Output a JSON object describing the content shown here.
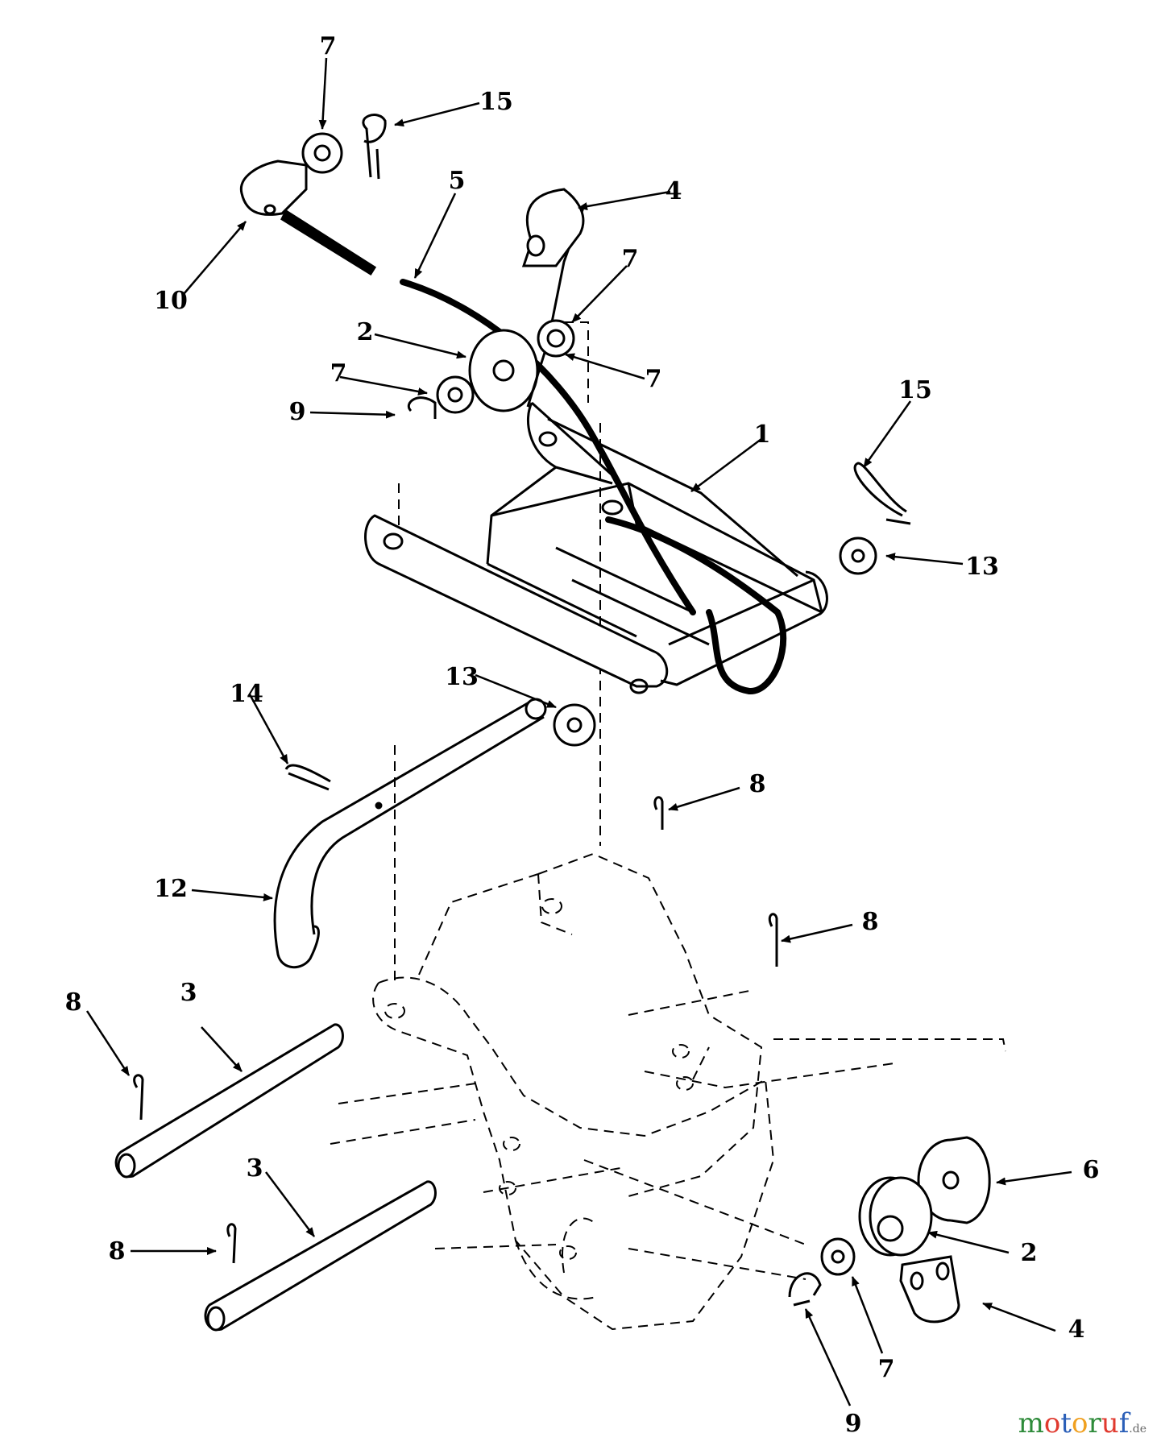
{
  "callouts": [
    {
      "id": "c-7-top",
      "text": "7"
    },
    {
      "id": "c-15-top",
      "text": "15"
    },
    {
      "id": "c-5",
      "text": "5"
    },
    {
      "id": "c-4-top",
      "text": "4"
    },
    {
      "id": "c-7-b",
      "text": "7"
    },
    {
      "id": "c-10",
      "text": "10"
    },
    {
      "id": "c-2-top",
      "text": "2"
    },
    {
      "id": "c-7-c",
      "text": "7"
    },
    {
      "id": "c-7-d",
      "text": "7"
    },
    {
      "id": "c-9-top",
      "text": "9"
    },
    {
      "id": "c-15-right",
      "text": "15"
    },
    {
      "id": "c-1",
      "text": "1"
    },
    {
      "id": "c-13-right",
      "text": "13"
    },
    {
      "id": "c-13-mid",
      "text": "13"
    },
    {
      "id": "c-14",
      "text": "14"
    },
    {
      "id": "c-8-a",
      "text": "8"
    },
    {
      "id": "c-12",
      "text": "12"
    },
    {
      "id": "c-8-b",
      "text": "8"
    },
    {
      "id": "c-8-c",
      "text": "8"
    },
    {
      "id": "c-3-a",
      "text": "3"
    },
    {
      "id": "c-3-b",
      "text": "3"
    },
    {
      "id": "c-8-d",
      "text": "8"
    },
    {
      "id": "c-6",
      "text": "6"
    },
    {
      "id": "c-2-bottom",
      "text": "2"
    },
    {
      "id": "c-4-bottom",
      "text": "4"
    },
    {
      "id": "c-7-bottom",
      "text": "7"
    },
    {
      "id": "c-9-bottom",
      "text": "9"
    }
  ],
  "watermark": {
    "brand": [
      {
        "ch": "m",
        "color": "#2e8b3a"
      },
      {
        "ch": "o",
        "color": "#e03a2f"
      },
      {
        "ch": "t",
        "color": "#2b5fb8"
      },
      {
        "ch": "o",
        "color": "#f0a020"
      },
      {
        "ch": "r",
        "color": "#2e8b3a"
      },
      {
        "ch": "u",
        "color": "#e03a2f"
      },
      {
        "ch": "f",
        "color": "#2b5fb8"
      }
    ],
    "suffix": ".de"
  }
}
